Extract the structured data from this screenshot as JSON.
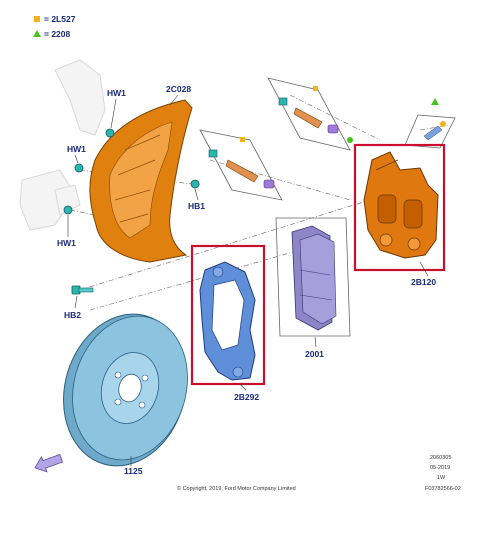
{
  "legend": {
    "items": [
      {
        "symbol": "square",
        "color": "#f2b21c",
        "text": "= 2L527"
      },
      {
        "symbol": "triangle",
        "color": "#46c31a",
        "text": "= 2208"
      }
    ]
  },
  "callouts": {
    "hw1_top": "HW1",
    "hw1_mid": "HW1",
    "hw1_low": "HW1",
    "c2c028": "2C028",
    "hb1": "HB1",
    "hb2": "HB2",
    "b2b120": "2B120",
    "b2b292": "2B292",
    "p2001": "2001",
    "r1125": "1125"
  },
  "meta": {
    "lines": [
      "2060305",
      "05-2019",
      "1W",
      "F03782566-02"
    ],
    "copyright": "© Copyright, 2019, Ford Motor Company Limited"
  },
  "colors": {
    "callout_text": "#1b2a7a",
    "highlight_box": "#c8102e",
    "shield": "#e0800f",
    "caliper": "#e07810",
    "bracket": "#5f8fd8",
    "rotor": "#8cc4e0",
    "pads": "#8f86c8",
    "bolt": "#2bb4b0"
  },
  "icons": [
    "direction-arrow-icon"
  ]
}
